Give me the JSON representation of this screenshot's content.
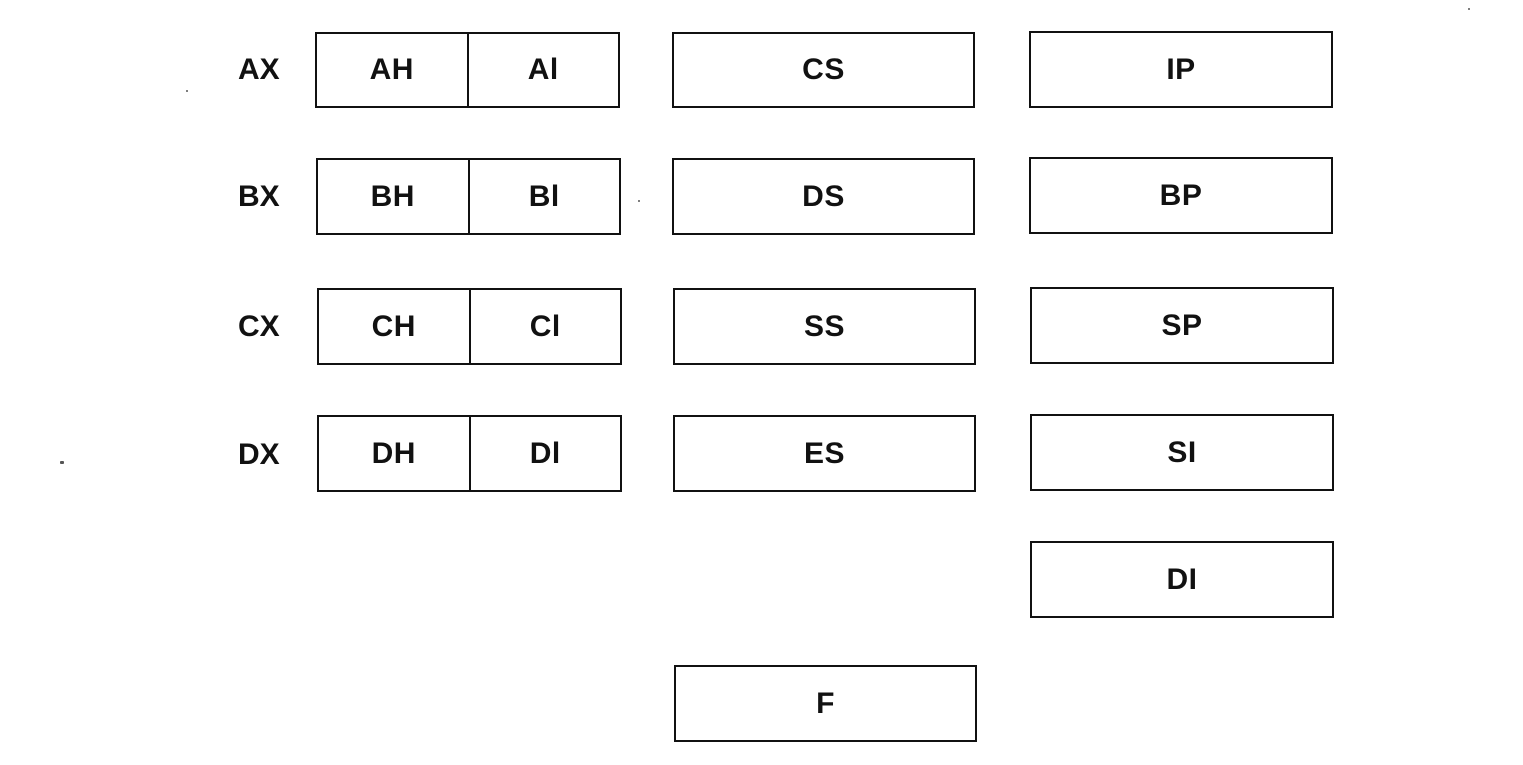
{
  "general_registers": [
    {
      "name": "AX",
      "high": "AH",
      "low": "Al"
    },
    {
      "name": "BX",
      "high": "BH",
      "low": "Bl"
    },
    {
      "name": "CX",
      "high": "CH",
      "low": "Cl"
    },
    {
      "name": "DX",
      "high": "DH",
      "low": "Dl"
    }
  ],
  "segment_registers": [
    "CS",
    "DS",
    "SS",
    "ES"
  ],
  "flags_register": "F",
  "pointer_index_registers": [
    "IP",
    "BP",
    "SP",
    "SI",
    "DI"
  ]
}
